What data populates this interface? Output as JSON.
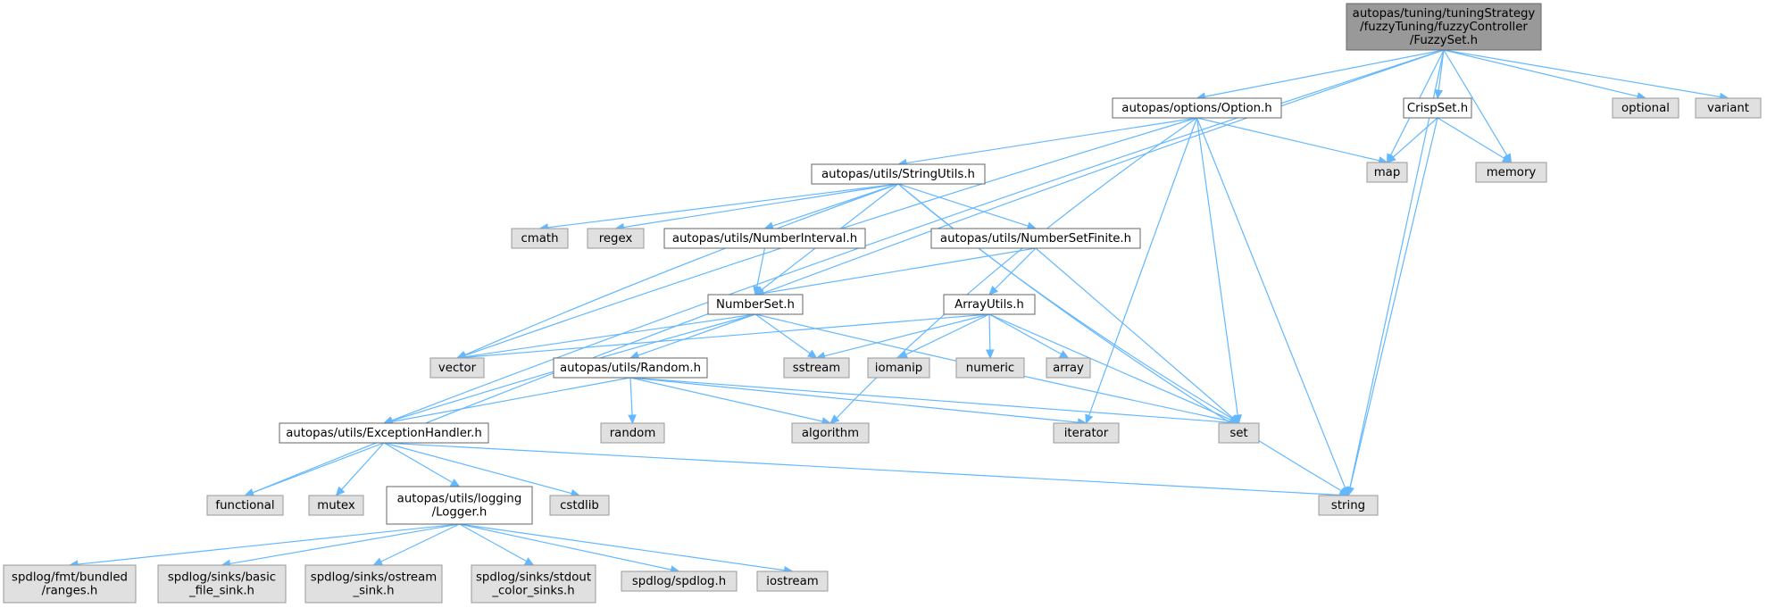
{
  "colors": {
    "root_fill": "#999999",
    "root_stroke": "#666666",
    "project_fill": "#ffffff",
    "project_stroke": "#666666",
    "external_fill": "#e0e0e0",
    "external_stroke": "#999999",
    "edge": "#63b8ff"
  },
  "nodes": [
    {
      "id": "root",
      "lines": [
        "autopas/tuning/tuningStrategy",
        "/fuzzyTuning/fuzzyController",
        "/FuzzySet.h"
      ],
      "kind": "root"
    },
    {
      "id": "option",
      "lines": [
        "autopas/options/Option.h"
      ],
      "kind": "project"
    },
    {
      "id": "crisp",
      "lines": [
        "CrispSet.h"
      ],
      "kind": "project"
    },
    {
      "id": "map",
      "lines": [
        "map"
      ],
      "kind": "external"
    },
    {
      "id": "memory",
      "lines": [
        "memory"
      ],
      "kind": "external"
    },
    {
      "id": "optional",
      "lines": [
        "optional"
      ],
      "kind": "external"
    },
    {
      "id": "variant",
      "lines": [
        "variant"
      ],
      "kind": "external"
    },
    {
      "id": "stringutils",
      "lines": [
        "autopas/utils/StringUtils.h"
      ],
      "kind": "project"
    },
    {
      "id": "cmath",
      "lines": [
        "cmath"
      ],
      "kind": "external"
    },
    {
      "id": "regex",
      "lines": [
        "regex"
      ],
      "kind": "external"
    },
    {
      "id": "numinterval",
      "lines": [
        "autopas/utils/NumberInterval.h"
      ],
      "kind": "project"
    },
    {
      "id": "numsetfinite",
      "lines": [
        "autopas/utils/NumberSetFinite.h"
      ],
      "kind": "project"
    },
    {
      "id": "numberset",
      "lines": [
        "NumberSet.h"
      ],
      "kind": "project"
    },
    {
      "id": "arrayutils",
      "lines": [
        "ArrayUtils.h"
      ],
      "kind": "project"
    },
    {
      "id": "vector",
      "lines": [
        "vector"
      ],
      "kind": "external"
    },
    {
      "id": "random_h",
      "lines": [
        "autopas/utils/Random.h"
      ],
      "kind": "project"
    },
    {
      "id": "sstream",
      "lines": [
        "sstream"
      ],
      "kind": "external"
    },
    {
      "id": "iomanip",
      "lines": [
        "iomanip"
      ],
      "kind": "external"
    },
    {
      "id": "numeric",
      "lines": [
        "numeric"
      ],
      "kind": "external"
    },
    {
      "id": "array",
      "lines": [
        "array"
      ],
      "kind": "external"
    },
    {
      "id": "exception",
      "lines": [
        "autopas/utils/ExceptionHandler.h"
      ],
      "kind": "project"
    },
    {
      "id": "random",
      "lines": [
        "random"
      ],
      "kind": "external"
    },
    {
      "id": "algorithm",
      "lines": [
        "algorithm"
      ],
      "kind": "external"
    },
    {
      "id": "iterator",
      "lines": [
        "iterator"
      ],
      "kind": "external"
    },
    {
      "id": "set",
      "lines": [
        "set"
      ],
      "kind": "external"
    },
    {
      "id": "functional",
      "lines": [
        "functional"
      ],
      "kind": "external"
    },
    {
      "id": "mutex",
      "lines": [
        "mutex"
      ],
      "kind": "external"
    },
    {
      "id": "logger",
      "lines": [
        "autopas/utils/logging",
        "/Logger.h"
      ],
      "kind": "project"
    },
    {
      "id": "cstdlib",
      "lines": [
        "cstdlib"
      ],
      "kind": "external"
    },
    {
      "id": "string",
      "lines": [
        "string"
      ],
      "kind": "external"
    },
    {
      "id": "fmtranges",
      "lines": [
        "spdlog/fmt/bundled",
        "/ranges.h"
      ],
      "kind": "external"
    },
    {
      "id": "basicfile",
      "lines": [
        "spdlog/sinks/basic",
        "_file_sink.h"
      ],
      "kind": "external"
    },
    {
      "id": "ostreamsink",
      "lines": [
        "spdlog/sinks/ostream",
        "_sink.h"
      ],
      "kind": "external"
    },
    {
      "id": "stdoutcolor",
      "lines": [
        "spdlog/sinks/stdout",
        "_color_sinks.h"
      ],
      "kind": "external"
    },
    {
      "id": "spdlog",
      "lines": [
        "spdlog/spdlog.h"
      ],
      "kind": "external"
    },
    {
      "id": "iostream",
      "lines": [
        "iostream"
      ],
      "kind": "external"
    }
  ],
  "edges": [
    [
      "root",
      "option"
    ],
    [
      "root",
      "crisp"
    ],
    [
      "root",
      "map"
    ],
    [
      "root",
      "memory"
    ],
    [
      "root",
      "optional"
    ],
    [
      "root",
      "variant"
    ],
    [
      "root",
      "string"
    ],
    [
      "root",
      "functional"
    ],
    [
      "root",
      "exception"
    ],
    [
      "option",
      "stringutils"
    ],
    [
      "option",
      "map"
    ],
    [
      "option",
      "vector"
    ],
    [
      "option",
      "set"
    ],
    [
      "option",
      "algorithm"
    ],
    [
      "option",
      "iterator"
    ],
    [
      "option",
      "string"
    ],
    [
      "crisp",
      "map"
    ],
    [
      "crisp",
      "memory"
    ],
    [
      "crisp",
      "string"
    ],
    [
      "stringutils",
      "cmath"
    ],
    [
      "stringutils",
      "regex"
    ],
    [
      "stringutils",
      "numinterval"
    ],
    [
      "stringutils",
      "numsetfinite"
    ],
    [
      "stringutils",
      "numberset"
    ],
    [
      "stringutils",
      "vector"
    ],
    [
      "stringutils",
      "set"
    ],
    [
      "stringutils",
      "string"
    ],
    [
      "numinterval",
      "numberset"
    ],
    [
      "numsetfinite",
      "numberset"
    ],
    [
      "numsetfinite",
      "arrayutils"
    ],
    [
      "numsetfinite",
      "set"
    ],
    [
      "numberset",
      "vector"
    ],
    [
      "numberset",
      "sstream"
    ],
    [
      "numberset",
      "random_h"
    ],
    [
      "numberset",
      "exception"
    ],
    [
      "numberset",
      "set"
    ],
    [
      "arrayutils",
      "vector"
    ],
    [
      "arrayutils",
      "sstream"
    ],
    [
      "arrayutils",
      "iomanip"
    ],
    [
      "arrayutils",
      "numeric"
    ],
    [
      "arrayutils",
      "array"
    ],
    [
      "arrayutils",
      "set"
    ],
    [
      "random_h",
      "exception"
    ],
    [
      "random_h",
      "random"
    ],
    [
      "random_h",
      "algorithm"
    ],
    [
      "random_h",
      "iterator"
    ],
    [
      "random_h",
      "set"
    ],
    [
      "exception",
      "functional"
    ],
    [
      "exception",
      "mutex"
    ],
    [
      "exception",
      "logger"
    ],
    [
      "exception",
      "cstdlib"
    ],
    [
      "exception",
      "string"
    ],
    [
      "logger",
      "fmtranges"
    ],
    [
      "logger",
      "basicfile"
    ],
    [
      "logger",
      "ostreamsink"
    ],
    [
      "logger",
      "stdoutcolor"
    ],
    [
      "logger",
      "spdlog"
    ],
    [
      "logger",
      "iostream"
    ]
  ]
}
